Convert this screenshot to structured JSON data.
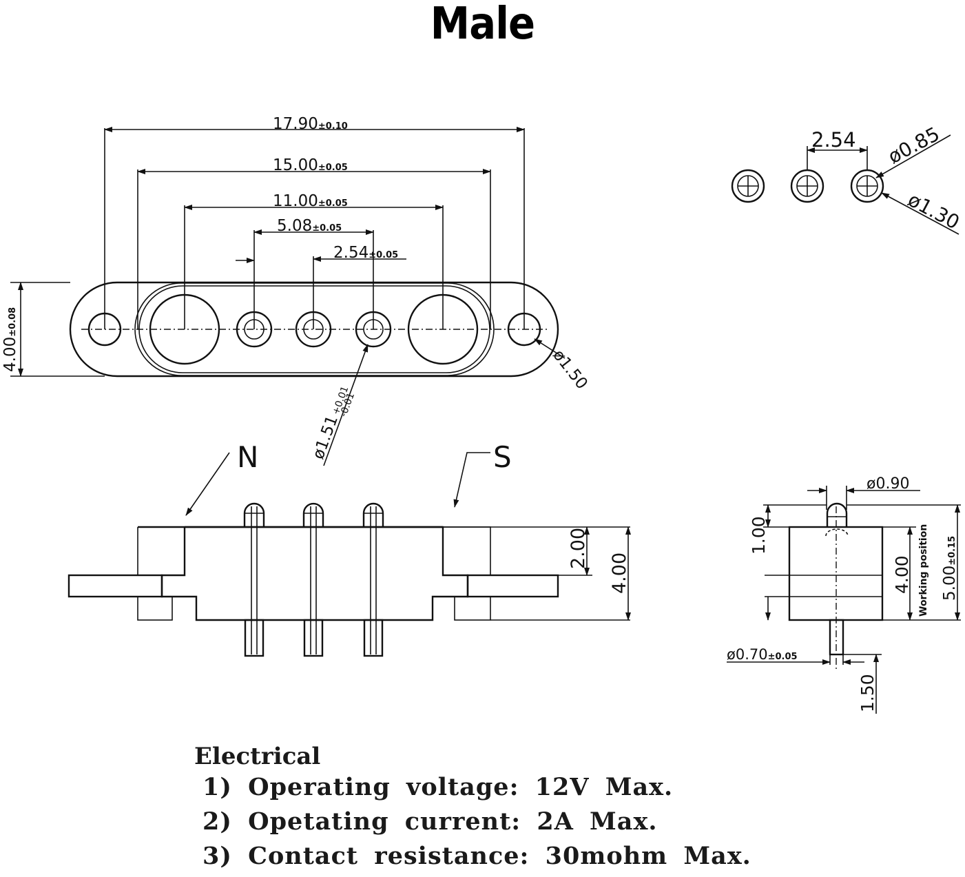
{
  "title": "Male",
  "top_view": {
    "dims": {
      "overall": {
        "value": "17.90",
        "tol": "±0.10"
      },
      "outer_holes": {
        "value": "15.00",
        "tol": "±0.05"
      },
      "magnets": {
        "value": "11.00",
        "tol": "±0.05"
      },
      "pin_span": {
        "value": "5.08",
        "tol": "±0.05"
      },
      "pin_pitch": {
        "value": "2.54",
        "tol": "±0.05"
      },
      "height": {
        "value": "4.00",
        "tol": "±0.08"
      },
      "mount_hole": "ø1.50",
      "pin_hole": {
        "value": "ø1.51",
        "tol_plus": "+0.01",
        "tol_minus": "-0.01"
      }
    }
  },
  "pin_detail": {
    "pitch": "2.54",
    "inner_dia": "ø0.85",
    "outer_dia": "ø1.30"
  },
  "front_view": {
    "label_n": "N",
    "label_s": "S",
    "dim_step": "2.00",
    "dim_height": "4.00"
  },
  "side_view": {
    "tip_dia": "ø0.90",
    "tip_height": "1.00",
    "body_height": "4.00",
    "working_position": "Working position",
    "total": {
      "value": "5.00",
      "tol": "±0.15"
    },
    "tail_dia": {
      "value": "ø0.70",
      "tol": "±0.05"
    },
    "tail_len": "1.50"
  },
  "electrical": {
    "heading": "Electrical",
    "items": [
      "1) Operating voltage: 12V Max.",
      "2) Opetating current: 2A Max.",
      "3) Contact resistance: 30mohm Max."
    ]
  }
}
